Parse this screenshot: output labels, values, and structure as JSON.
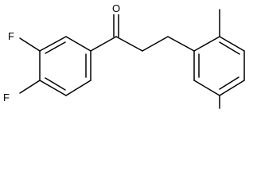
{
  "structure": {
    "atoms": {
      "oxygen": "O",
      "fluorine_top": "F",
      "fluorine_bottom": "F"
    }
  }
}
